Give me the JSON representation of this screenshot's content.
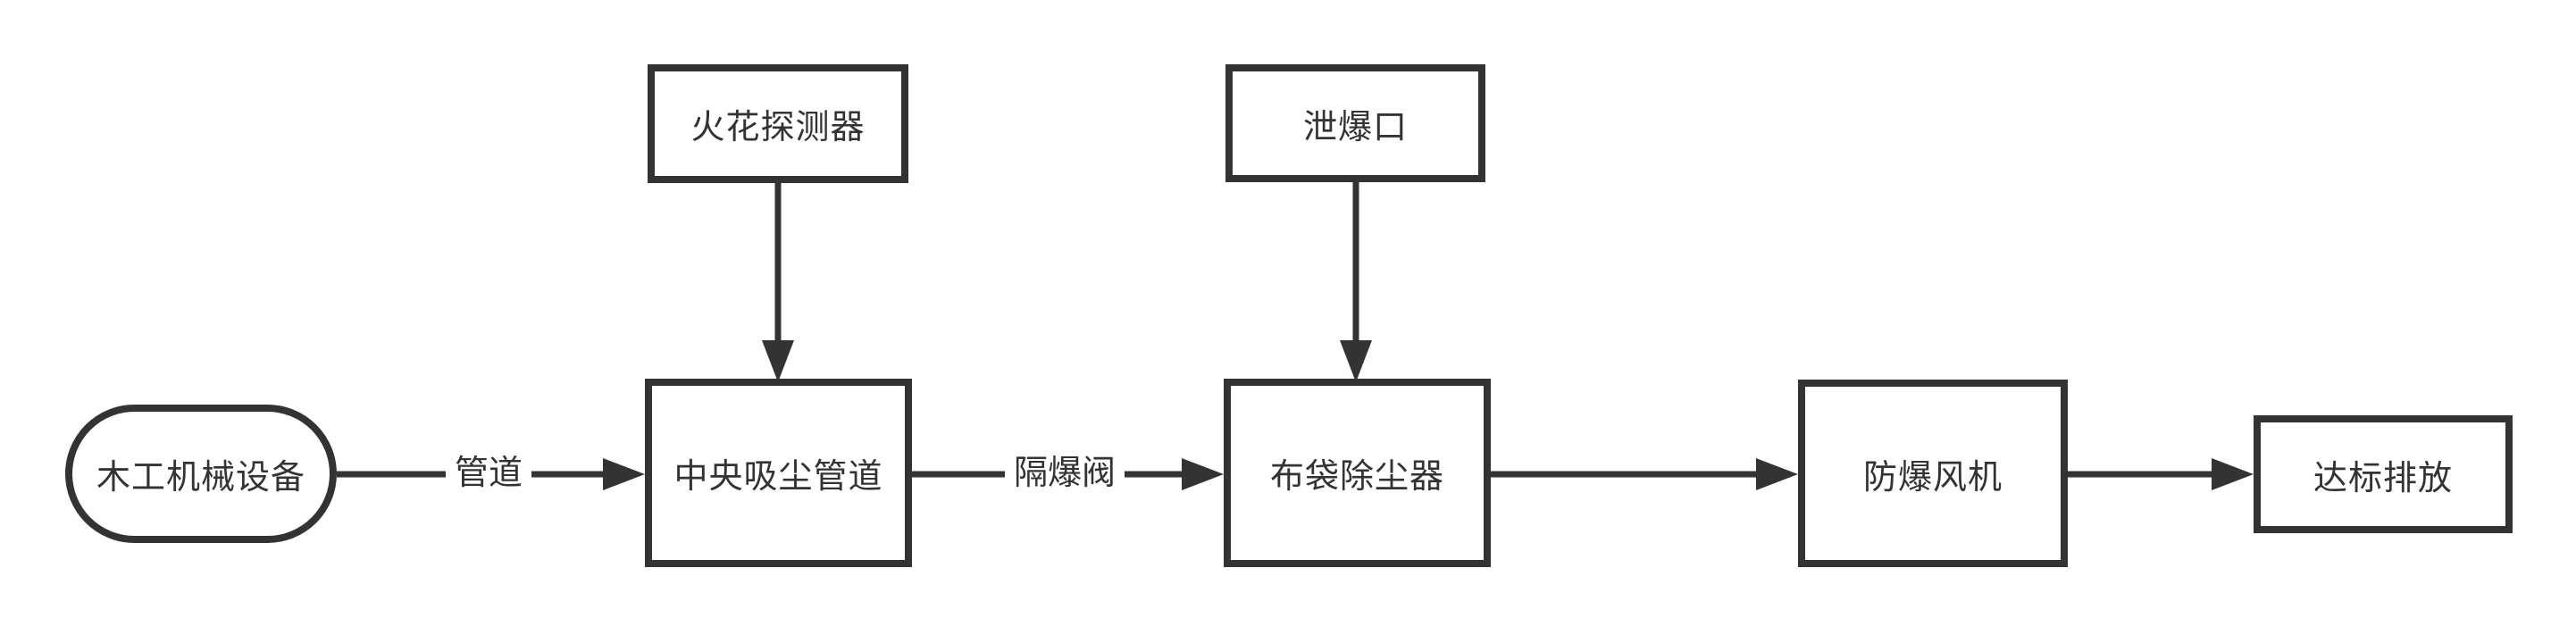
{
  "diagram": {
    "type": "flowchart",
    "direction": "left-to-right",
    "background_color": "#ffffff",
    "stroke_color": "#333333",
    "text_color": "#333333",
    "nodes": [
      {
        "id": "woodworking-equipment",
        "label": "木工机械设备",
        "shape": "stadium"
      },
      {
        "id": "spark-detector",
        "label": "火花探测器",
        "shape": "rect"
      },
      {
        "id": "explosion-vent",
        "label": "泄爆口",
        "shape": "rect"
      },
      {
        "id": "central-suction-duct",
        "label": "中央吸尘管道",
        "shape": "rect"
      },
      {
        "id": "bag-dust-collector",
        "label": "布袋除尘器",
        "shape": "rect"
      },
      {
        "id": "explosion-proof-fan",
        "label": "防爆风机",
        "shape": "rect"
      },
      {
        "id": "compliant-discharge",
        "label": "达标排放",
        "shape": "rect"
      }
    ],
    "edges": [
      {
        "from": "woodworking-equipment",
        "to": "central-suction-duct",
        "label": "管道"
      },
      {
        "from": "spark-detector",
        "to": "central-suction-duct",
        "label": ""
      },
      {
        "from": "explosion-vent",
        "to": "bag-dust-collector",
        "label": ""
      },
      {
        "from": "central-suction-duct",
        "to": "bag-dust-collector",
        "label": "隔爆阀"
      },
      {
        "from": "bag-dust-collector",
        "to": "explosion-proof-fan",
        "label": ""
      },
      {
        "from": "explosion-proof-fan",
        "to": "compliant-discharge",
        "label": ""
      }
    ]
  }
}
